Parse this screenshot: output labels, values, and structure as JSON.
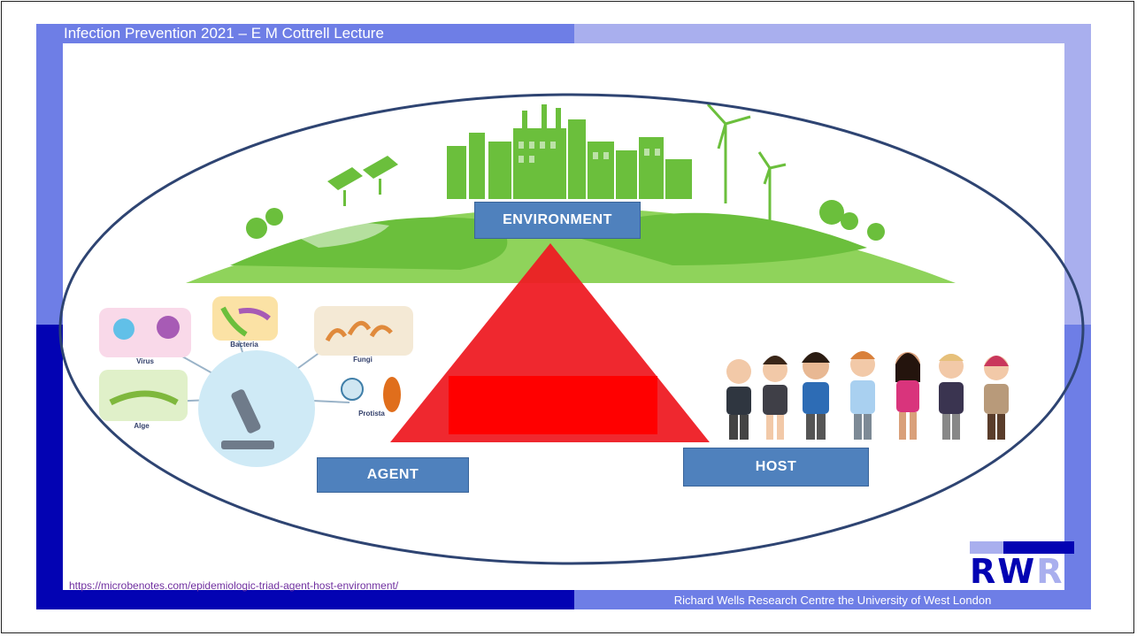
{
  "slide": {
    "header_title": "Infection Prevention 2021 – E M Cottrell Lecture",
    "footer_text": "Richard Wells Research Centre the University of West London",
    "source_url": "https://microbenotes.com/epidemiologic-triad-agent-host-environment/"
  },
  "diagram": {
    "labels": {
      "environment": "ENVIRONMENT",
      "agent": "AGENT",
      "host": "HOST"
    },
    "agent_panels": {
      "virus": "Virus",
      "bacteria": "Bacteria",
      "fungi": "Fungi",
      "algae": "Alge",
      "protista": "Protista"
    }
  },
  "logo": {
    "letters": [
      "R",
      "W",
      "R"
    ]
  },
  "colors": {
    "band_dark": "#0303b3",
    "band_mid": "#6e7ee6",
    "band_light": "#a9afee",
    "label_box": "#4f81bd",
    "triangle": "#ee1c24",
    "earth_green": "#6bbf3c",
    "ellipse_stroke": "#2e4472"
  }
}
